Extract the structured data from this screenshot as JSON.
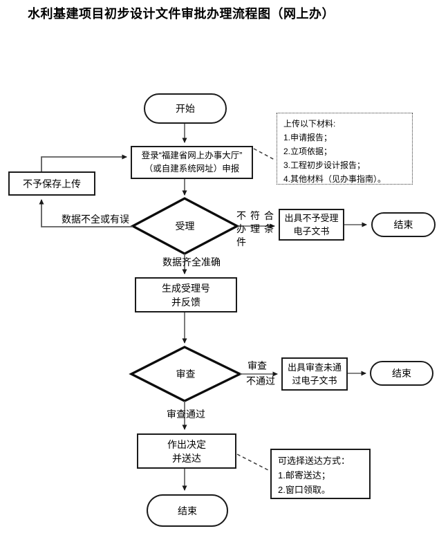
{
  "title": "水利基建项目初步设计文件审批办理流程图（网上办）",
  "nodes": {
    "start": {
      "label": "开始"
    },
    "login": {
      "line1": "登录“福建省网上办事大厅”",
      "line2": "（或自建系统网址）申报"
    },
    "no_save_upload": {
      "label": "不予保存上传"
    },
    "accept": {
      "label": "受理"
    },
    "reject_notice": {
      "line1": "出具不予受理",
      "line2": "电子文书"
    },
    "end_1": {
      "label": "结束"
    },
    "generate_number": {
      "line1": "生成受理号",
      "line2": "并反馈"
    },
    "review": {
      "label": "审查"
    },
    "review_fail_notice": {
      "line1": "出具审查未通",
      "line2": "过电子文书"
    },
    "end_2": {
      "label": "结束"
    },
    "decision": {
      "line1": "作出决定",
      "line2": "并送达"
    },
    "end_3": {
      "label": "结束"
    }
  },
  "notes": {
    "upload_materials": {
      "lines": [
        "上传以下材料:",
        "1.申请报告；",
        "2.立项依据；",
        "3.工程初步设计报告；",
        "4.其他材料（见办事指南）。"
      ]
    },
    "delivery_options": {
      "lines": [
        "可选择送达方式：",
        "1.邮寄送达；",
        "2.窗口领取。"
      ]
    }
  },
  "edge_labels": {
    "data_incomplete": "数据不全或有误",
    "not_eligible_line1": "不符合",
    "not_eligible_line2": "办理条",
    "not_eligible_line3": "件",
    "data_complete": "数据齐全准确",
    "review_fail_line1": "审查",
    "review_fail_line2": "不通过",
    "review_pass": "审查通过"
  },
  "colors": {
    "connector": "#595959",
    "border": "#1a1a1a",
    "text": "#000000",
    "background": "#ffffff"
  }
}
